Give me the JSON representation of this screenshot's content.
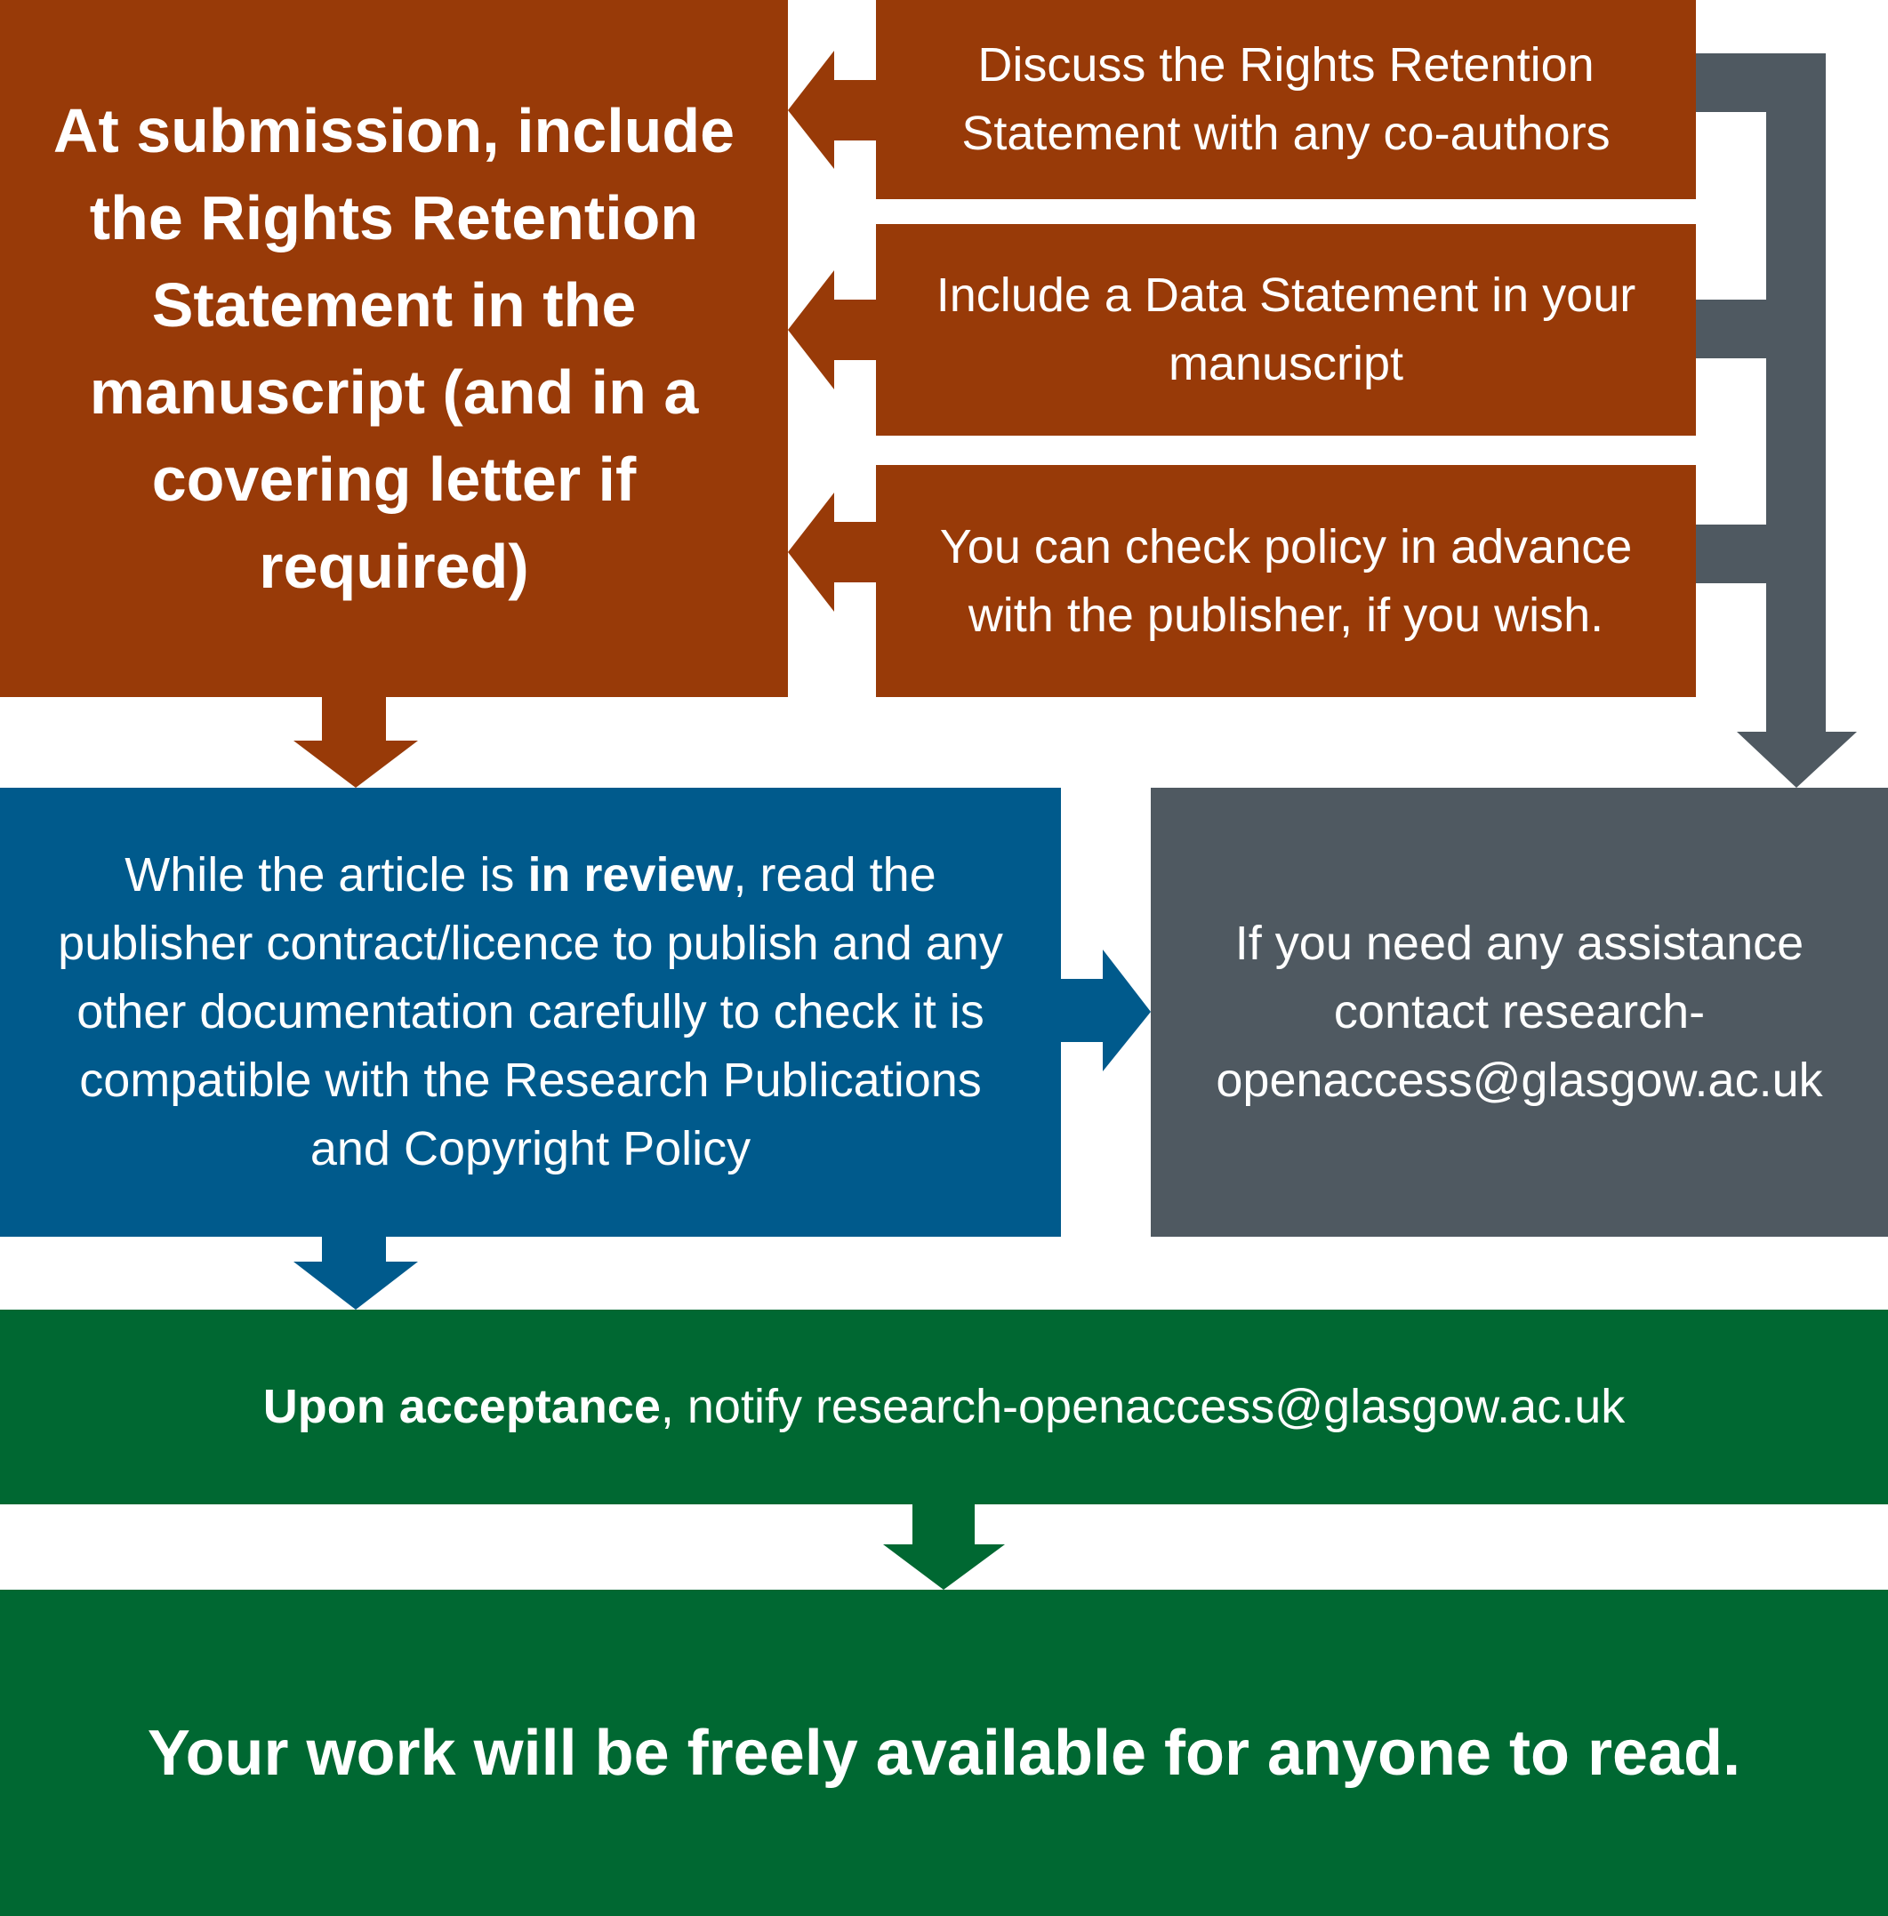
{
  "colors": {
    "rust": "#983A08",
    "blue": "#005A8C",
    "slate": "#4F5961",
    "green": "#006832",
    "text": "#FFFFFF"
  },
  "steps": {
    "submission": "At submission, include the Rights Retention Statement in the manuscript (and in a covering letter if required)",
    "discuss": "Discuss the Rights Retention Statement with any co-authors",
    "data_statement": "Include a Data Statement in your manuscript",
    "check_policy": "You can check policy in advance with the publisher, if you wish.",
    "review": {
      "before": "While the article is ",
      "emphasis": "in review",
      "after": ", read the publisher contract/licence to publish and any other documentation carefully to check it is compatible with the Research Publications and Copyright Policy"
    },
    "assistance": "If you need any assistance contact research-openaccess@glasgow.ac.uk",
    "acceptance": {
      "emphasis": "Upon acceptance",
      "after": ", notify research-openaccess@glasgow.ac.uk"
    },
    "result": "Your work will be freely available for anyone to read."
  }
}
